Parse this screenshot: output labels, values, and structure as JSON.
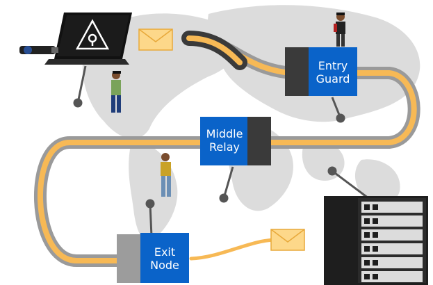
{
  "diagram": {
    "nodes": {
      "entry_guard": {
        "line1": "Entry",
        "line2": "Guard"
      },
      "middle_relay": {
        "line1": "Middle",
        "line2": "Relay"
      },
      "exit_node": {
        "line1": "Exit",
        "line2": "Node"
      }
    },
    "colors": {
      "map": "#dcdcdc",
      "node_blue": "#0a63c9",
      "node_gray": "#9c9c9c",
      "node_dark": "#3a3a3a",
      "tube_outer": "#9a9a9a",
      "tube_inner": "#f7b955",
      "envelope": "#fdd88a",
      "server": "#1e1e1e",
      "pin": "#555555"
    },
    "icons": [
      "laptop-icon",
      "warning-triangle-icon",
      "usb-drive-icon",
      "envelope-icon",
      "person-icon",
      "server-rack-icon"
    ]
  }
}
